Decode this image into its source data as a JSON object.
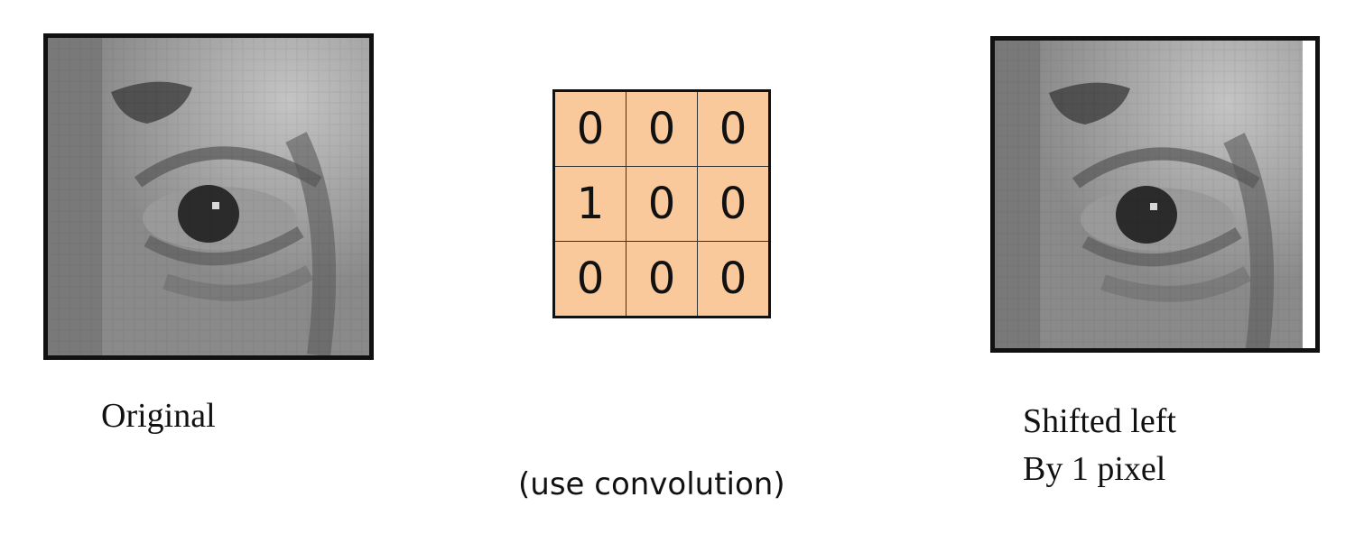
{
  "original_caption": "Original",
  "shifted_caption_line1": "Shifted left",
  "shifted_caption_line2": "By 1 pixel",
  "operation_caption": "(use convolution)",
  "kernel": [
    [
      "0",
      "0",
      "0"
    ],
    [
      "1",
      "0",
      "0"
    ],
    [
      "0",
      "0",
      "0"
    ]
  ],
  "colors": {
    "kernel_fill": "#f9c89b",
    "border": "#111111"
  }
}
